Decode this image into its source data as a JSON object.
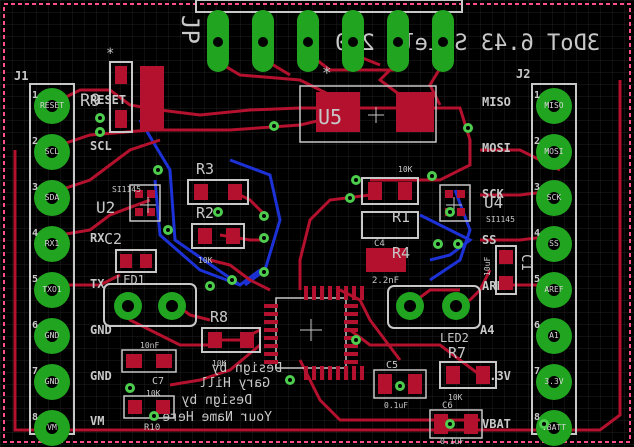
{
  "board": {
    "title": "3DoT 6.43 Shield 2.0",
    "jp_label": "JP",
    "credits": [
      "Design by",
      "Gary Hill",
      "Design by",
      "Your Name Here"
    ]
  },
  "headers": {
    "J1": {
      "label": "J1",
      "pins": [
        {
          "num": "1",
          "name": "RESET"
        },
        {
          "num": "2",
          "name": "SCL"
        },
        {
          "num": "3",
          "name": "SDA"
        },
        {
          "num": "4",
          "name": "RX1"
        },
        {
          "num": "5",
          "name": "TXO1"
        },
        {
          "num": "6",
          "name": "GND"
        },
        {
          "num": "7",
          "name": "GND"
        },
        {
          "num": "8",
          "name": "VM"
        }
      ]
    },
    "J2": {
      "label": "J2",
      "pins": [
        {
          "num": "1",
          "name": "MISO"
        },
        {
          "num": "2",
          "name": "MOSI"
        },
        {
          "num": "3",
          "name": "SCK"
        },
        {
          "num": "4",
          "name": "SS"
        },
        {
          "num": "5",
          "name": "AREF"
        },
        {
          "num": "6",
          "name": "A1"
        },
        {
          "num": "7",
          "name": "3.3V"
        },
        {
          "num": "8",
          "name": "VBATT"
        }
      ]
    }
  },
  "silk_labels": {
    "left": [
      "RESET",
      "SCL",
      "RX",
      "TX",
      "GND",
      "GND",
      "VM"
    ],
    "right": [
      "MISO",
      "MOSI",
      "SCK",
      "SS",
      "AREF",
      "A4",
      "3.3V",
      "VBAT"
    ]
  },
  "components": {
    "R9": "R9",
    "U2": "U2",
    "C2": "C2",
    "LED1": "LED1",
    "R3": "R3",
    "R2": "R2",
    "R8": "R8",
    "C7": "C7",
    "R10": "R10",
    "U5": "U5",
    "U4": "U4",
    "R1": "R1",
    "R4": "R4",
    "C4": "C4",
    "C1": "C1",
    "LED2": "LED2",
    "R7": "R7",
    "C5": "C5",
    "C6": "C6"
  },
  "values": {
    "v10k_r2": "10K",
    "v10k_r8": "10K",
    "v10k_r1": "10K",
    "v10k_r7": "10K",
    "v10k_r10": "10K",
    "v10nf": "10nF",
    "v22nf": "2.2nF",
    "v01uf_c5": "0.1uF",
    "v01uf_c6": "0.1uF",
    "v10uf": "10uF",
    "si1145_left": "SI1145",
    "si1145_right": "SI1145"
  },
  "colors": {
    "background": "#000000",
    "outline": "#ff4f8a",
    "silk": "#c8c8c8",
    "copper_top": "#b3112d",
    "copper_bottom": "#1c31d6",
    "pad": "#21a41f",
    "via": "#4dcc4d",
    "grid": "#2a2a2a"
  }
}
